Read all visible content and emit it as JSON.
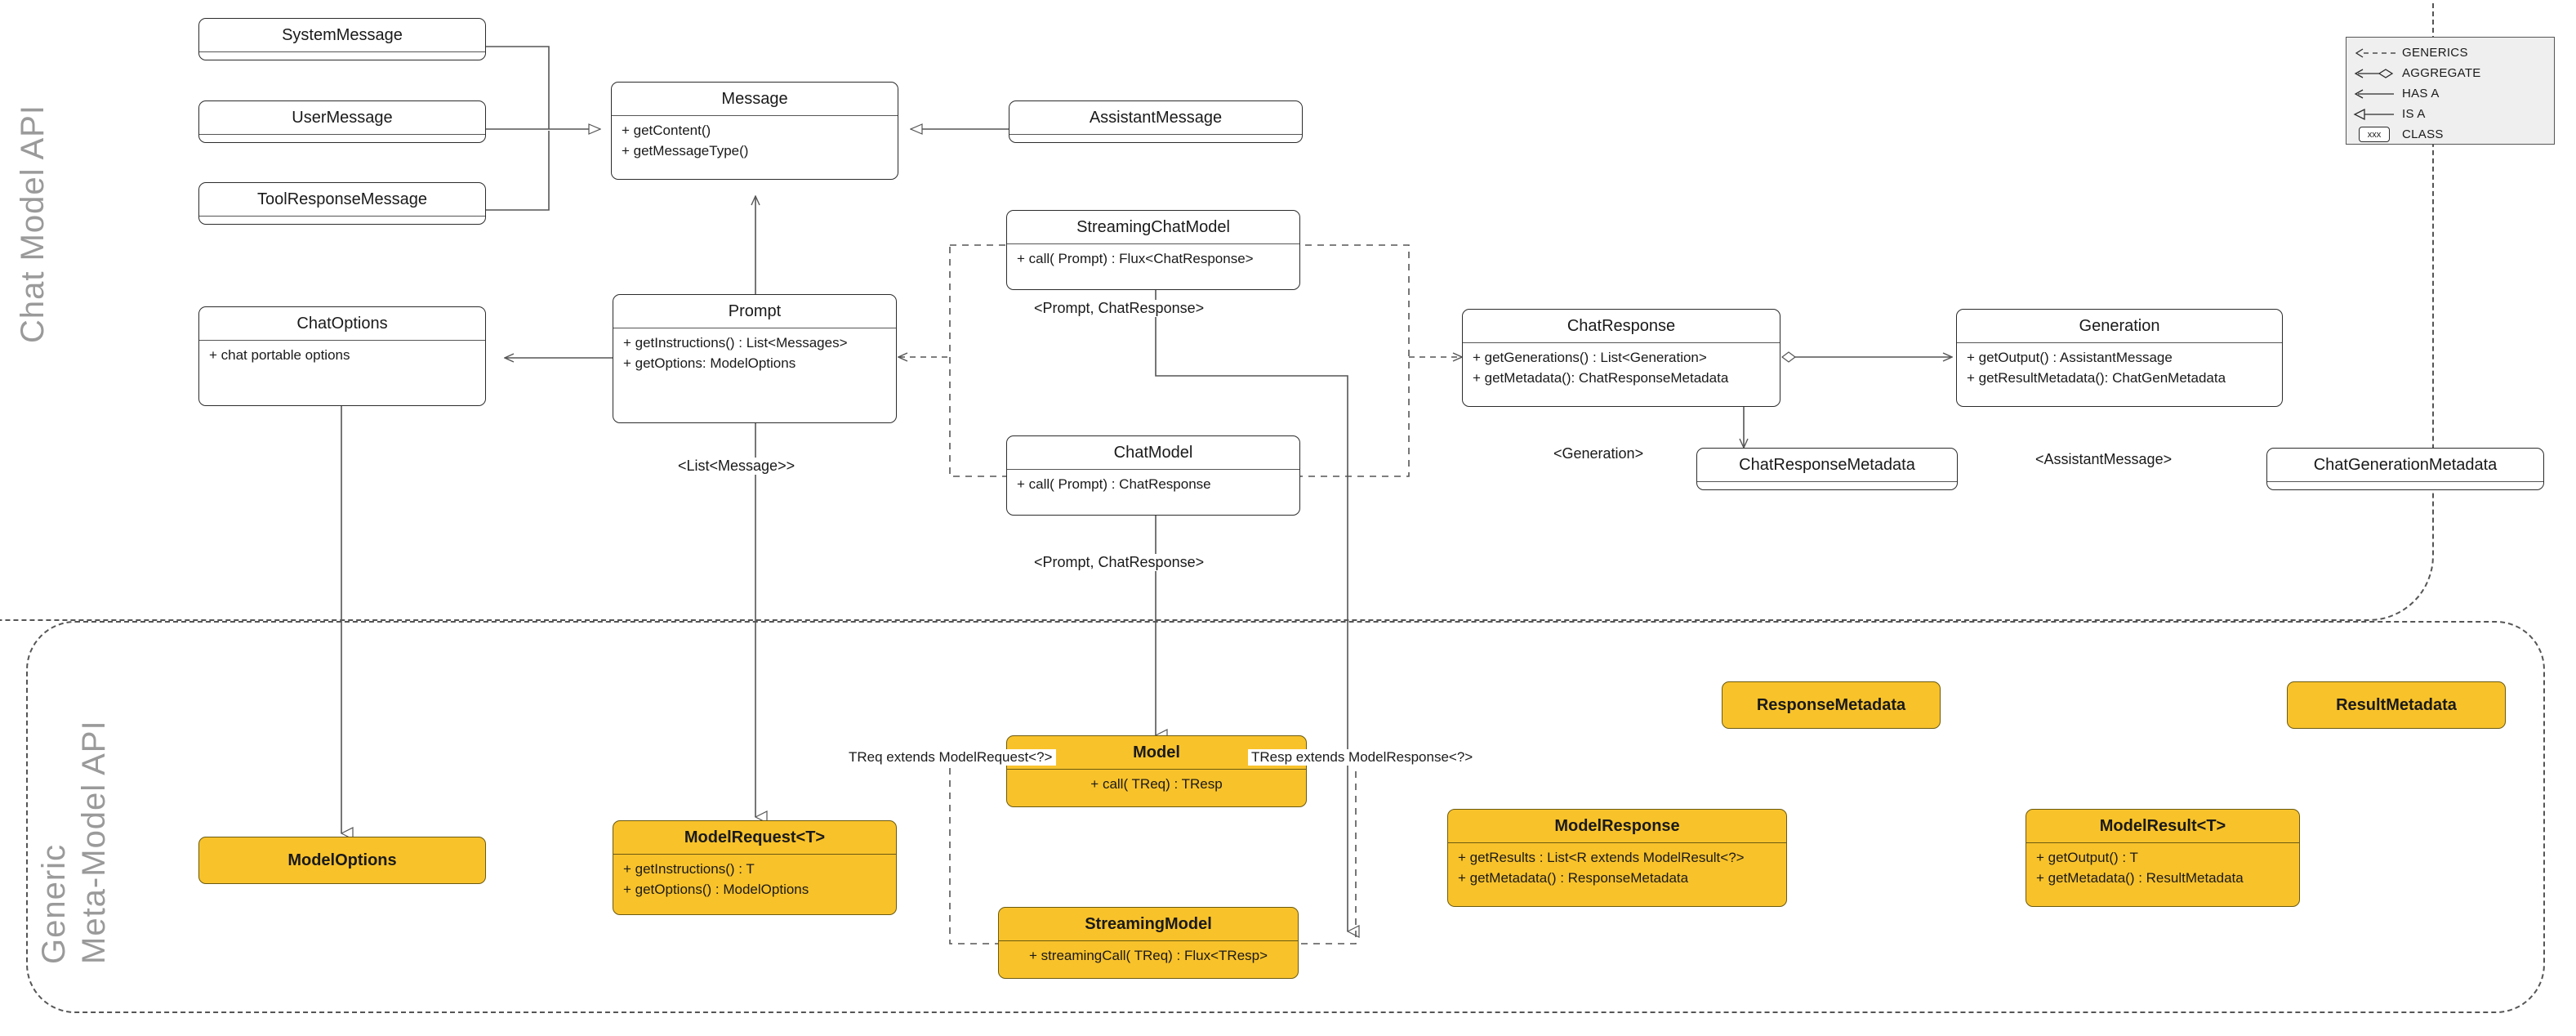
{
  "diagram": {
    "title": "Spring AI Chat Model / Generic Meta-Model API class diagram",
    "accent_color": "#f8c22b",
    "line_color": "#555555",
    "group_label_color": "#9a9a9a"
  },
  "groups": [
    {
      "id": "chat-model-api",
      "label": "Chat Model API"
    },
    {
      "id": "generic-meta-model-api",
      "label": "Generic\nMeta-Model API",
      "label_line1": "Generic",
      "label_line2": "Meta-Model API"
    }
  ],
  "classes": [
    {
      "id": "system-message",
      "name": "SystemMessage",
      "members": [],
      "accent": false
    },
    {
      "id": "user-message",
      "name": "UserMessage",
      "members": [],
      "accent": false
    },
    {
      "id": "tool-response-message",
      "name": "ToolResponseMessage",
      "members": [],
      "accent": false
    },
    {
      "id": "message",
      "name": "Message",
      "members": [
        "+ getContent()",
        "+ getMessageType()"
      ],
      "accent": false
    },
    {
      "id": "assistant-message",
      "name": "AssistantMessage",
      "members": [],
      "accent": false
    },
    {
      "id": "chat-options",
      "name": "ChatOptions",
      "members": [
        "+ chat portable options"
      ],
      "accent": false
    },
    {
      "id": "prompt",
      "name": "Prompt",
      "members": [
        "+ getInstructions() : List<Messages>",
        "+ getOptions: ModelOptions"
      ],
      "accent": false
    },
    {
      "id": "streaming-chat-model",
      "name": "StreamingChatModel",
      "members": [
        "+ call( Prompt) : Flux<ChatResponse>"
      ],
      "accent": false
    },
    {
      "id": "chat-model",
      "name": "ChatModel",
      "members": [
        "+ call( Prompt) : ChatResponse"
      ],
      "accent": false
    },
    {
      "id": "chat-response",
      "name": "ChatResponse",
      "members": [
        "+ getGenerations() : List<Generation>",
        "+ getMetadata(): ChatResponseMetadata"
      ],
      "accent": false
    },
    {
      "id": "generation",
      "name": "Generation",
      "members": [
        "+ getOutput() : AssistantMessage",
        "+ getResultMetadata(): ChatGenMetadata"
      ],
      "accent": false
    },
    {
      "id": "chat-response-metadata",
      "name": "ChatResponseMetadata",
      "members": [],
      "accent": false
    },
    {
      "id": "chat-generation-metadata",
      "name": "ChatGenerationMetadata",
      "members": [],
      "accent": false
    },
    {
      "id": "response-metadata",
      "name": "ResponseMetadata",
      "members": [],
      "accent": true
    },
    {
      "id": "result-metadata",
      "name": "ResultMetadata",
      "members": [],
      "accent": true
    },
    {
      "id": "model-options",
      "name": "ModelOptions",
      "members": [],
      "accent": true
    },
    {
      "id": "model-request",
      "name": "ModelRequest<T>",
      "members": [
        "+ getInstructions() : T",
        "+ getOptions() : ModelOptions"
      ],
      "accent": true
    },
    {
      "id": "model",
      "name": "Model",
      "members": [
        "+ call( TReq) : TResp"
      ],
      "accent": true
    },
    {
      "id": "streaming-model",
      "name": "StreamingModel",
      "members": [
        "+ streamingCall( TReq) : Flux<TResp>"
      ],
      "accent": true
    },
    {
      "id": "model-response",
      "name": "ModelResponse",
      "members": [
        "+ getResults : List<R extends ModelResult<?>",
        "+ getMetadata() : ResponseMetadata"
      ],
      "accent": true
    },
    {
      "id": "model-result",
      "name": "ModelResult<T>",
      "members": [
        "+ getOutput() : T",
        "+ getMetadata() : ResultMetadata"
      ],
      "accent": true
    }
  ],
  "edge_labels": [
    {
      "id": "label-prompt-chatresponse-top",
      "text": "<Prompt, ChatResponse>"
    },
    {
      "id": "label-list-message",
      "text": "<List<Message>>"
    },
    {
      "id": "label-prompt-chatresponse-bottom",
      "text": "<Prompt, ChatResponse>"
    },
    {
      "id": "label-generation",
      "text": "<Generation>"
    },
    {
      "id": "label-assistant-message",
      "text": "<AssistantMessage>"
    },
    {
      "id": "label-treq-extends",
      "text": "TReq extends ModelRequest<?>"
    },
    {
      "id": "label-tresp-extends",
      "text": "TResp extends ModelResponse<?>"
    }
  ],
  "legend": {
    "rows": [
      {
        "id": "legend-generics",
        "icon": "dashed-arrow-left-icon",
        "label": "GENERICS"
      },
      {
        "id": "legend-aggregate",
        "icon": "arrow-diamond-left-icon",
        "label": "AGGREGATE"
      },
      {
        "id": "legend-has-a",
        "icon": "arrow-left-icon",
        "label": "HAS A"
      },
      {
        "id": "legend-is-a",
        "icon": "hollow-triangle-left-icon",
        "label": "IS A"
      },
      {
        "id": "legend-class",
        "icon": "rounded-box-icon",
        "label": "CLASS",
        "box_text": "xxx"
      }
    ]
  }
}
